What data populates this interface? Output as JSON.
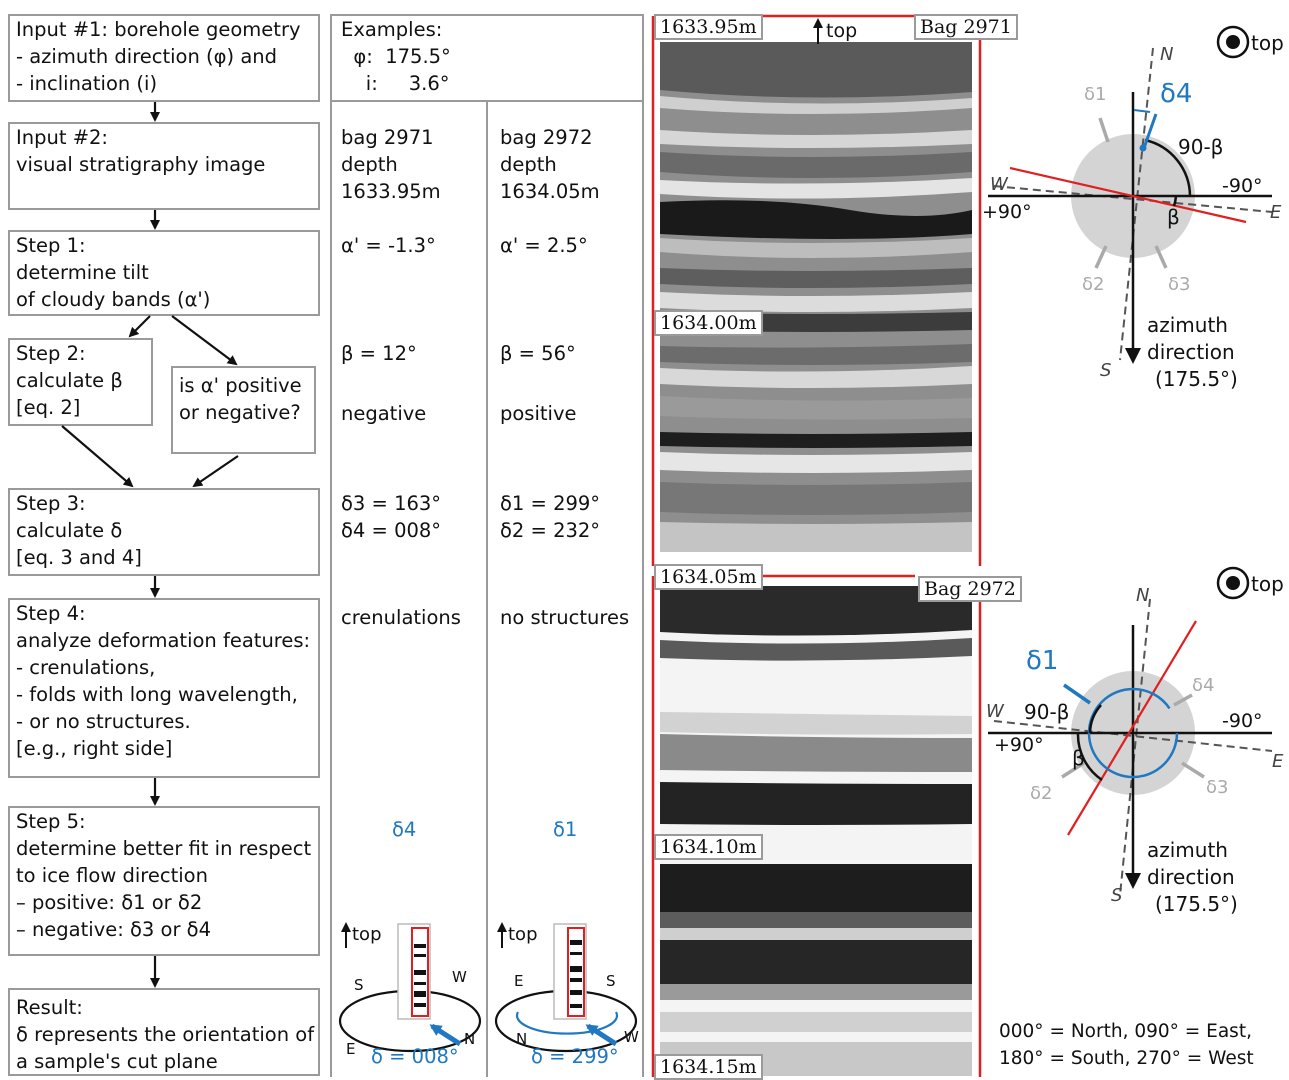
{
  "flow": {
    "input1": [
      "Input #1: borehole geometry",
      "- azimuth direction (φ) and",
      "- inclination (i)"
    ],
    "input2": [
      "Input #2:",
      "visual stratigraphy image"
    ],
    "step1": [
      "Step 1:",
      "determine tilt",
      "of cloudy bands (α')"
    ],
    "step2": [
      "Step 2:",
      "calculate β",
      "[eq. 2]"
    ],
    "question": [
      "is α' positive",
      "or negative?"
    ],
    "step3": [
      "Step 3:",
      "calculate δ",
      "[eq. 3 and 4]"
    ],
    "step4": [
      "Step 4:",
      "analyze deformation features:",
      "- crenulations,",
      "- folds with long wavelength,",
      "- or no structures.",
      "[e.g., right side]"
    ],
    "step5": [
      "Step 5:",
      "determine better fit in respect",
      "to ice flow direction",
      "– positive: δ1 or δ2",
      "– negative: δ3 or δ4"
    ],
    "result": [
      "Result:",
      "δ represents the orientation of",
      "a sample's cut plane"
    ]
  },
  "examples": {
    "header": [
      "Examples:",
      "  φ:  175.5°",
      "    i:     3.6°"
    ],
    "col1": {
      "bag": [
        "bag 2971",
        "depth",
        "1633.95m"
      ],
      "alpha": "α' = -1.3°",
      "beta": "β = 12°",
      "sign": "negative",
      "delta": [
        "δ3 = 163°",
        "δ4 = 008°"
      ],
      "structure": "crenulations",
      "fit": "δ4",
      "result": "δ = 008°",
      "top": "top",
      "dirs": {
        "s": "S",
        "w": "W",
        "e": "E",
        "n": "N"
      }
    },
    "col2": {
      "bag": [
        "bag 2972",
        "depth",
        "1634.05m"
      ],
      "alpha": "α' = 2.5°",
      "beta": "β = 56°",
      "sign": "positive",
      "delta": [
        "δ1 = 299°",
        "δ2 = 232°"
      ],
      "structure": "no structures",
      "fit": "δ1",
      "result": "δ = 299°",
      "top": "top",
      "dirs": {
        "e": "E",
        "s": "S",
        "n": "N",
        "w": "W"
      }
    }
  },
  "image": {
    "depths": [
      "1633.95m",
      "1634.00m",
      "1634.05m",
      "1634.10m",
      "1634.15m"
    ],
    "bag1": "Bag 2971",
    "bag2": "Bag 2972",
    "top": "top"
  },
  "compass1": {
    "top": "top",
    "N": "N",
    "S": "S",
    "W": "W",
    "E": "E",
    "plus90": "+90°",
    "minus90": "-90°",
    "ninety_beta": "90-β",
    "beta": "β",
    "delta_highlight": "δ4",
    "deltas_grey": [
      "δ1",
      "δ2",
      "δ3"
    ],
    "azimuth": [
      "azimuth",
      "direction",
      "(175.5°)"
    ]
  },
  "compass2": {
    "top": "top",
    "N": "N",
    "S": "S",
    "W": "W",
    "E": "E",
    "plus90": "+90°",
    "minus90": "-90°",
    "ninety_beta": "90-β",
    "beta": "β",
    "delta_highlight": "δ1",
    "deltas_grey": [
      "δ4",
      "δ2",
      "δ3"
    ],
    "azimuth": [
      "azimuth",
      "direction",
      "(175.5°)"
    ]
  },
  "legend": [
    "000° = North, 090° = East,",
    "180° = South, 270° = West"
  ],
  "colors": {
    "accent_blue": "#1f78c1",
    "red": "#e02020",
    "grey": "#9a9a9a"
  }
}
